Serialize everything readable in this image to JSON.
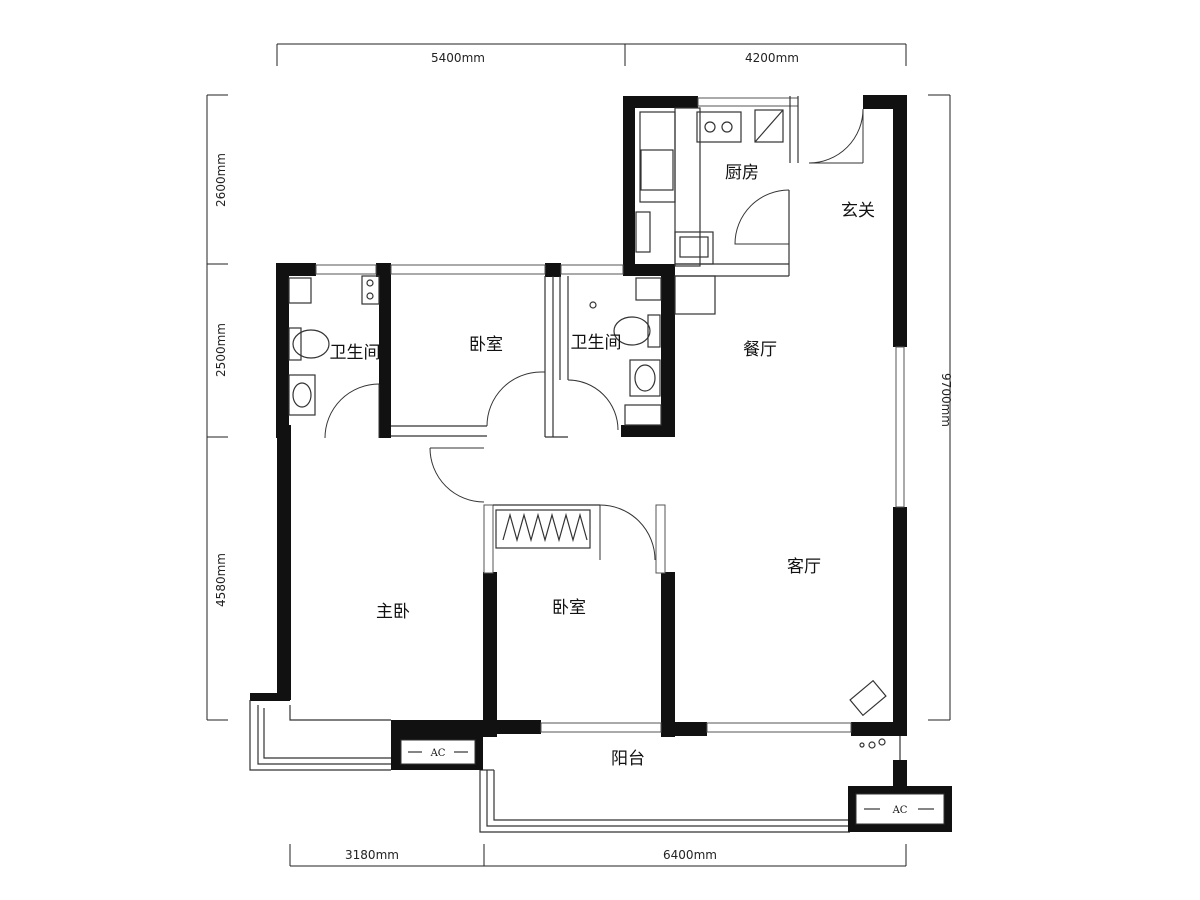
{
  "dimensions": {
    "top": [
      "5400mm",
      "4200mm"
    ],
    "bottom": [
      "3180mm",
      "6400mm"
    ],
    "left": [
      "2600mm",
      "2500mm",
      "4580mm"
    ],
    "right": "9700mm"
  },
  "rooms": {
    "kitchen": "厨房",
    "entrance": "玄关",
    "bathroom_left": "卫生间",
    "bedroom_top": "卧室",
    "bathroom_right": "卫生间",
    "dining": "餐厅",
    "living": "客厅",
    "master_bedroom": "主卧",
    "bedroom_middle": "卧室",
    "balcony": "阳台"
  },
  "ac_units": [
    "AC",
    "AC"
  ]
}
